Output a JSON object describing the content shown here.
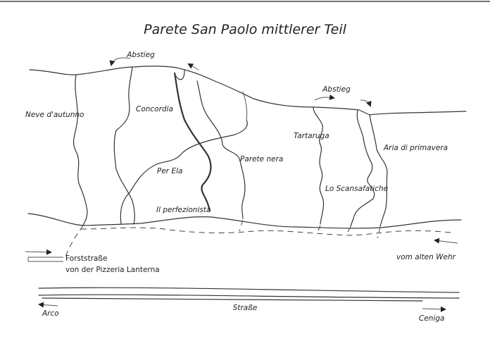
{
  "title": "Parete San Paolo mittlerer Teil",
  "descent_labels": [
    "Abstieg",
    "Abstieg"
  ],
  "routes": {
    "neve": "Neve d'autunno",
    "concordia": "Concordia",
    "per_ela": "Per Ela",
    "perfezionista": "Il perfezionista",
    "parete_nera": "Parete nera",
    "tartaruga": "Tartaruga",
    "scansafatiche": "Lo Scansafatiche",
    "aria": "Aria di primavera"
  },
  "access": {
    "forststrasse": "Forststraße",
    "pizzeria": "von der Pizzeria Lanterna",
    "wehr": "vom alten Wehr",
    "strasse": "Straße",
    "arco": "Arco",
    "ceniga": "Ceniga"
  }
}
